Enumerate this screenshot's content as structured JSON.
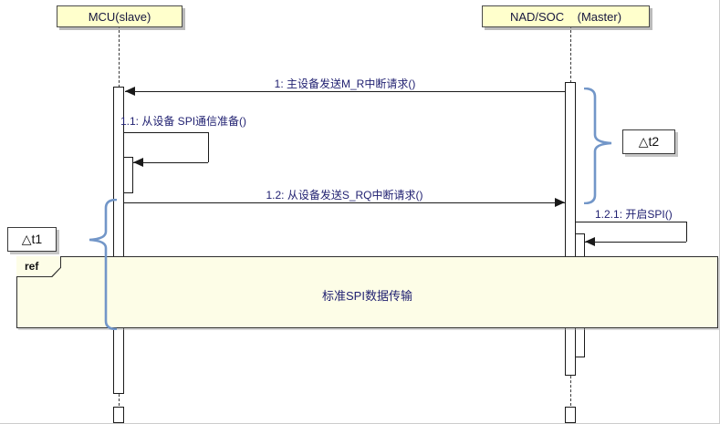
{
  "diagram": {
    "lifelines": [
      {
        "label": "MCU(slave)"
      },
      {
        "label": "NAD/SOC    (Master)"
      }
    ],
    "messages": {
      "m1": "1: 主设备发送M_R中断请求()",
      "m1_1": "1.1: 从设备 SPI通信准备()",
      "m1_2": "1.2: 从设备发送S_RQ中断请求()",
      "m1_2_1": "1.2.1: 开启SPI()"
    },
    "fragment": {
      "tag": "ref",
      "label": "标准SPI数据传输"
    },
    "annotations": {
      "t1": "△t1",
      "t2": "△t2"
    },
    "colors": {
      "box_fill": "#ffffcc",
      "fragment_fill": "#fdfde7",
      "brace": "#7296c8",
      "text": "#1f1f70"
    }
  }
}
